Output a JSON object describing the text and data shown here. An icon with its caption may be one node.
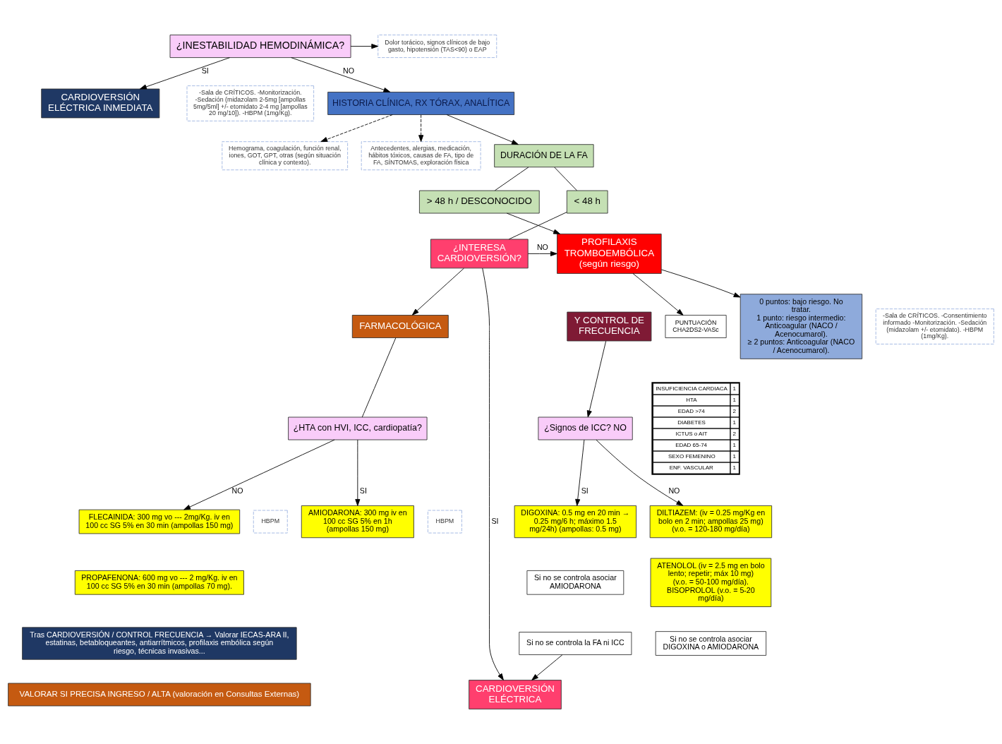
{
  "diagram": {
    "nodes": [
      {
        "text": [
          "¿INESTABILIDAD HEMODINÁMICA?"
        ]
      },
      {
        "text": [
          "Dolor torácico, signos clínicos de bajo gasto, hipotensión (TAS<90) o EAP"
        ]
      },
      {
        "text": [
          "-Sala de CRÍTICOS. -Monitorización. -Sedación (midazolam 2-5mg [ampollas 5mg/5ml] +/- etomidato 2-4 mg [ampollas 20 mg/10]). -HBPM (1mg/Kg)."
        ]
      },
      {
        "text": [
          "CARDIOVERSIÓN ELÉCTRICA INMEDIATA"
        ]
      },
      {
        "text": [
          "HISTORIA CLÍNICA, RX TÓRAX, ANALÍTICA"
        ]
      },
      {
        "text": [
          "Hemograma, coagulación, función renal, iones, GOT, GPT, otras (según situación clínica y contexto)."
        ]
      },
      {
        "text": [
          "Antecedentes, alergias, medicación, hábitos tóxicos, causas de FA, tipo de FA, SÍNTOMAS, exploración física"
        ]
      },
      {
        "text": [
          "DURACIÓN DE LA FA"
        ]
      },
      {
        "text": [
          "> 48 h / DESCONOCIDO"
        ]
      },
      {
        "text": [
          "< 48 h"
        ]
      },
      {
        "text": [
          "PUNTUACIÓN CHA2DS2-VASc"
        ]
      },
      {
        "text": [
          "¿INTERESA CARDIOVERSIÓN?"
        ]
      },
      {
        "text": [
          "PROFILAXIS TROMBOEMBÓLICA (según riesgo)"
        ]
      },
      {
        "text": [
          "Y CONTROL DE FRECUENCIA"
        ]
      },
      {
        "text": [
          "0 puntos: bajo riesgo. No tratar.",
          "1 punto: riesgo intermedio: Anticoagular (NACO / Acenocumarol).",
          "≥ 2 puntos: Anticoagular (NACO / Acenocumarol)."
        ]
      },
      {
        "text": [
          "-Sala de CRÍTICOS. -Consentimiento informado -Monitorización. -Sedación (midazolam +/- etomidato). -HBPM (1mg/Kg)."
        ]
      },
      {
        "text": [
          "FARMACOLÓGICA"
        ]
      },
      {
        "text": [
          "¿HTA con HVI, ICC, cardiopatía?"
        ]
      },
      {
        "text": [
          "CARDIOVERSIÓN ELÉCTRICA"
        ]
      },
      {
        "text": [
          "¿Signos de ICC? NO"
        ]
      },
      {
        "text": [
          "HBPM"
        ]
      },
      {
        "text": [
          "HBPM"
        ]
      },
      {
        "text": [
          "FLECAINIDA: 300 mg vo --- 2mg/Kg. iv en 100 cc SG 5% en 30 min (ampollas 150 mg)"
        ]
      },
      {
        "text": [
          "PROPAFENONA: 600 mg vo --- 2 mg/Kg. iv en 100 cc SG 5% en 30 min (ampollas 70 mg)."
        ]
      },
      {
        "text": [
          "AMIODARONA: 300 mg iv en 100 cc SG 5% en 1h (ampollas 150 mg)"
        ]
      },
      {
        "text": [
          "DILTIAZEM: (iv = 0.25 mg/Kg en bolo en 2 min; ampollas 25 mg) (v.o. = 120-180 mg/día)"
        ]
      },
      {
        "text": [
          "ATENOLOL (iv = 2.5 mg en bolo lento; repetir; máx 10 mg) (v.o. = 50-100 mg/día).",
          "BISOPROLOL (v.o. = 5-20 mg/día)"
        ]
      },
      {
        "text": [
          "Si no se controla asociar DIGOXINA o AMIODARONA"
        ]
      },
      {
        "text": [
          "DIGOXINA: 0.5 mg en 20 min → 0.25 mg/6 h; máximo 1.5 mg/24h) (ampollas: 0.5 mg)"
        ]
      },
      {
        "text": [
          "Si no se controla asociar AMIODARONA"
        ]
      },
      {
        "text": [
          "Si no se controla la FA ni ICC"
        ]
      },
      {
        "text": [
          "Tras CARDIOVERSIÓN / CONTROL FRECUENCIA → Valorar IECAS-ARA II, estatinas, betabloqueantes, antiarrítmicos, profilaxis embólica según riesgo, técnicas invasivas..."
        ]
      },
      {
        "text": [
          "VALORAR SI PRECISA INGRESO / ALTA (valoración en Consultas Externas)"
        ]
      }
    ],
    "edges": [
      {
        "from": 0,
        "to": 1,
        "arrow": "to"
      },
      {
        "from": 0,
        "to": 3,
        "arrow": "to",
        "label": "SI"
      },
      {
        "from": 0,
        "to": 4,
        "arrow": "to",
        "label": "NO"
      },
      {
        "from": 4,
        "to": 5,
        "arrow": "to",
        "style": "dashed"
      },
      {
        "from": 4,
        "to": 6,
        "arrow": "to",
        "style": "dashed"
      },
      {
        "from": 4,
        "to": 7,
        "arrow": "to"
      },
      {
        "from": 7,
        "to": 8,
        "arrow": "none"
      },
      {
        "from": 7,
        "to": 9,
        "arrow": "none"
      },
      {
        "from": 8,
        "to": 12,
        "arrow": "to"
      },
      {
        "from": 12,
        "to": 10,
        "arrow": "to"
      },
      {
        "from": 9,
        "to": 11,
        "arrow": "none"
      },
      {
        "from": 11,
        "to": 12,
        "arrow": "to",
        "label": "NO"
      },
      {
        "from": 11,
        "to": 18,
        "arrow": "to",
        "label": "SI"
      },
      {
        "from": 11,
        "to": 16,
        "arrow": "to"
      },
      {
        "from": 12,
        "to": 14,
        "arrow": "to"
      },
      {
        "from": 13,
        "to": 19,
        "arrow": "to"
      },
      {
        "from": 16,
        "to": 17,
        "arrow": "none"
      },
      {
        "from": 17,
        "to": 22,
        "arrow": "to",
        "label": "NO"
      },
      {
        "from": 17,
        "to": 24,
        "arrow": "to",
        "label": "SI"
      },
      {
        "from": 19,
        "to": 25,
        "arrow": "to",
        "label": "NO"
      },
      {
        "from": 19,
        "to": 28,
        "arrow": "to",
        "label": "SI"
      },
      {
        "from": 30,
        "to": 18,
        "arrow": "to"
      }
    ],
    "labels": [
      "INSUFICIENCIA CARDIACA",
      "1",
      "HTA",
      "1",
      "EDAD >74",
      "2",
      "DIABETES",
      "1",
      "ICTUS o AIT",
      "2",
      "EDAD 65-74",
      "1",
      "SEXO FEMENINO",
      "1",
      "ENF. VASCULAR",
      "1"
    ]
  }
}
